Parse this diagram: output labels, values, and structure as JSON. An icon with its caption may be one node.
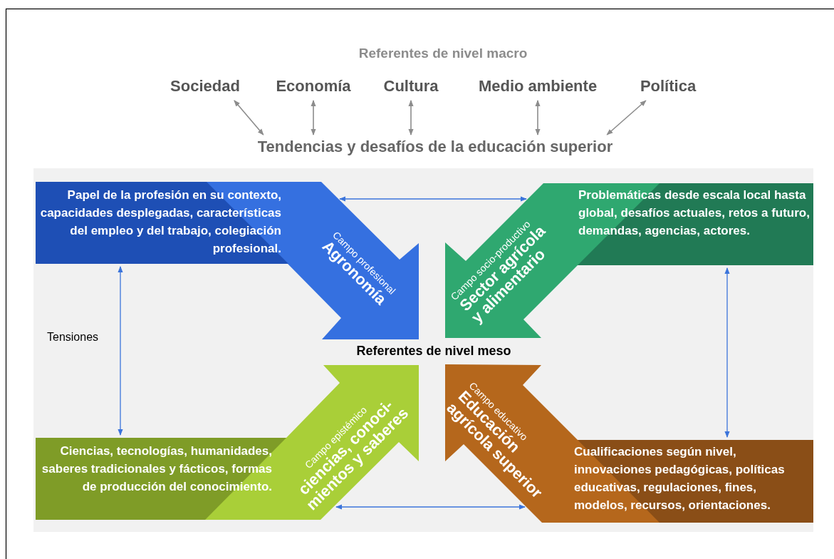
{
  "diagram": {
    "title": "Referentes de nivel macro",
    "nodes": [
      {
        "text": [
          "Sociedad"
        ]
      },
      {
        "text": [
          "Economía"
        ]
      },
      {
        "text": [
          "Cultura"
        ]
      },
      {
        "text": [
          "Medio ambiente"
        ]
      },
      {
        "text": [
          "Política"
        ]
      },
      {
        "text": [
          "Tendencias y desafíos de la educación superior"
        ]
      },
      {
        "text": [
          "Papel de la profesión en su contexto, capacidades desplegadas, características del empleo y del trabajo, colegiación profesional.",
          "Campo profesional",
          "Agronomía"
        ]
      },
      {
        "text": [
          "Problemáticas desde escala local hasta global, desafíos actuales, retos a futuro, demandas, agencias, actores.",
          "Campo socio-productivo",
          "Sector agrícola y alimentario"
        ]
      },
      {
        "text": [
          "Ciencias, tecnologías, humanidades, saberes tradicionales y fácticos, formas de producción del conocimiento.",
          "Campo epistémico",
          "ciencias, conoci- mientos y saberes"
        ]
      },
      {
        "text": [
          "Cualificaciones según nivel, innovaciones pedagógicas, políticas educativas, regulaciones, fines, modelos, recursos, orientaciones.",
          "Campo educativo",
          "Educación agrícola superior"
        ]
      }
    ],
    "edges": [
      {
        "from": 0,
        "to": 5,
        "arrow": "both"
      },
      {
        "from": 1,
        "to": 5,
        "arrow": "both"
      },
      {
        "from": 2,
        "to": 5,
        "arrow": "both"
      },
      {
        "from": 3,
        "to": 5,
        "arrow": "both"
      },
      {
        "from": 4,
        "to": 5,
        "arrow": "both"
      },
      {
        "from": 6,
        "to": 7,
        "arrow": "both",
        "color": "#3b74db"
      },
      {
        "from": 6,
        "to": 8,
        "arrow": "both",
        "color": "#3b74db"
      },
      {
        "from": 7,
        "to": 9,
        "arrow": "both",
        "color": "#3b74db"
      },
      {
        "from": 8,
        "to": 9,
        "arrow": "both",
        "color": "#3b74db"
      }
    ],
    "labels": [
      "Tensiones",
      "Referentes de nivel meso"
    ]
  }
}
